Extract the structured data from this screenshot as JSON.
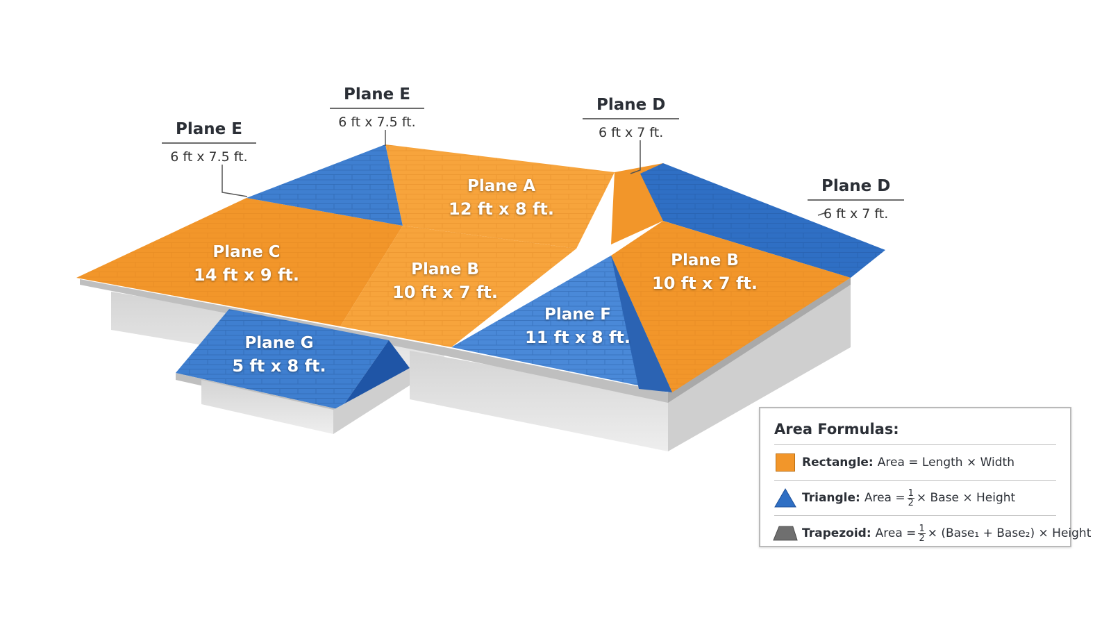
{
  "callouts": [
    {
      "id": "e-left",
      "title": "Plane E",
      "dims": "6 ft x 7.5 ft."
    },
    {
      "id": "e-top",
      "title": "Plane E",
      "dims": "6 ft x 7.5 ft."
    },
    {
      "id": "d-top",
      "title": "Plane D",
      "dims": "6 ft x 7 ft."
    },
    {
      "id": "d-right",
      "title": "Plane D",
      "dims": "6 ft x 7 ft."
    }
  ],
  "planes": [
    {
      "id": "a",
      "name": "Plane A",
      "dims": "12 ft x 8 ft."
    },
    {
      "id": "b-center",
      "name": "Plane B",
      "dims": "10 ft x 7 ft."
    },
    {
      "id": "b-right",
      "name": "Plane B",
      "dims": "10 ft x 7 ft."
    },
    {
      "id": "c",
      "name": "Plane C",
      "dims": "14 ft x 9 ft."
    },
    {
      "id": "f",
      "name": "Plane F",
      "dims": "11 ft x 8 ft."
    },
    {
      "id": "g",
      "name": "Plane G",
      "dims": "5 ft x 8 ft."
    }
  ],
  "legend": {
    "title": "Area Formulas:",
    "rectangle": {
      "name": "Rectangle:",
      "formula": "Area = Length × Width",
      "color": "#f2962a"
    },
    "triangle": {
      "name": "Triangle:",
      "prefix": "Area =",
      "frac_num": "1",
      "frac_den": "2",
      "formula": "× Base × Height",
      "color": "#2f6fc4"
    },
    "trapezoid": {
      "name": "Trapezoid:",
      "prefix": "Area =",
      "frac_num": "1",
      "frac_den": "2",
      "formula": "× (Base₁ + Base₂) × Height",
      "color": "#6f6f6f"
    }
  },
  "colors": {
    "orange": "#f2962a",
    "orange_light": "#f7a43c",
    "blue": "#2f6fc4",
    "blue_light": "#4a89d8",
    "wall": "#dcdcdc"
  }
}
